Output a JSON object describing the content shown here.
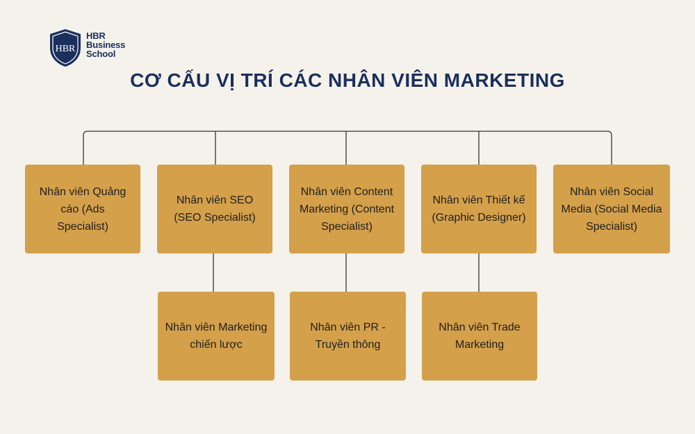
{
  "logo": {
    "monogram": "HBR",
    "line1": "HBR",
    "line2": "Business",
    "line3": "School"
  },
  "title": "CƠ CẤU VỊ TRÍ CÁC NHÂN VIÊN MARKETING",
  "roles": {
    "ads": "Nhân viên Quảng cáo (Ads Specialist)",
    "seo": "Nhân viên SEO (SEO Specialist)",
    "content": "Nhân viên Content Marketing (Content Specialist)",
    "design": "Nhân viên Thiết kế (Graphic Designer)",
    "social": "Nhân viên Social Media (Social Media Specialist)",
    "strategy": "Nhân viên Marketing chiến lược",
    "pr": "Nhân viên PR - Truyền thông",
    "trade": "Nhân viên Trade Marketing"
  },
  "colors": {
    "background": "#f5f2ec",
    "box": "#d4a04a",
    "title": "#1a2f5c",
    "line": "#333333"
  }
}
